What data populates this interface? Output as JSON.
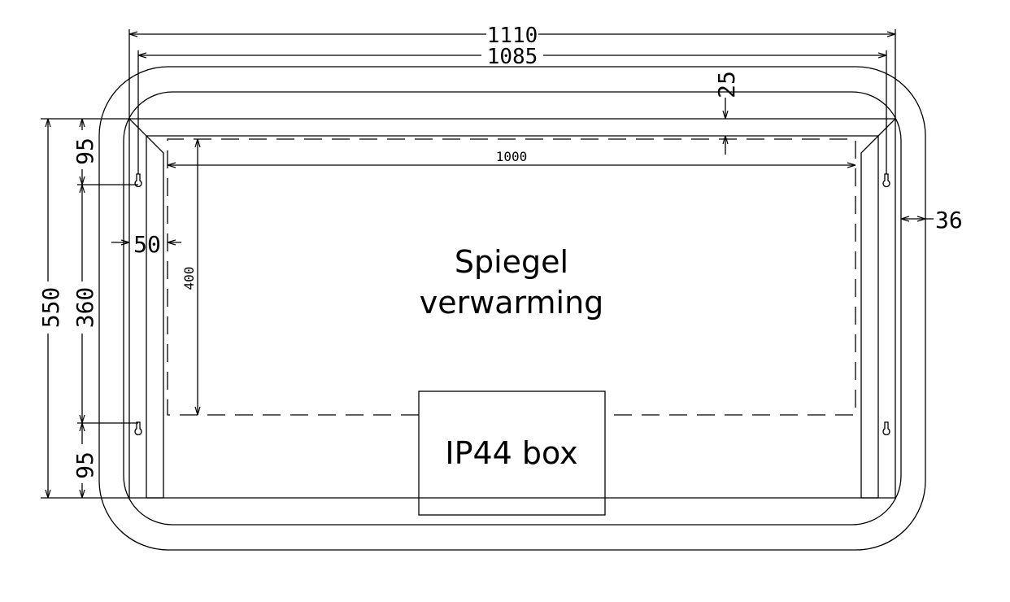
{
  "labels": {
    "heater": [
      "Spiegel",
      "verwarming"
    ],
    "box": "IP44 box"
  },
  "dimensions": {
    "overall_width": "1110",
    "hole_spacing_width": "1085",
    "heater_width": "1000",
    "heater_height": "400",
    "overall_height": "550",
    "hole_top_offset": "95",
    "hole_spacing_height": "360",
    "hole_bottom_offset": "95",
    "top_gap": "25",
    "side_gap": "50",
    "edge_offset": "36"
  },
  "colors": {
    "line": "#000000",
    "background": "#ffffff"
  }
}
